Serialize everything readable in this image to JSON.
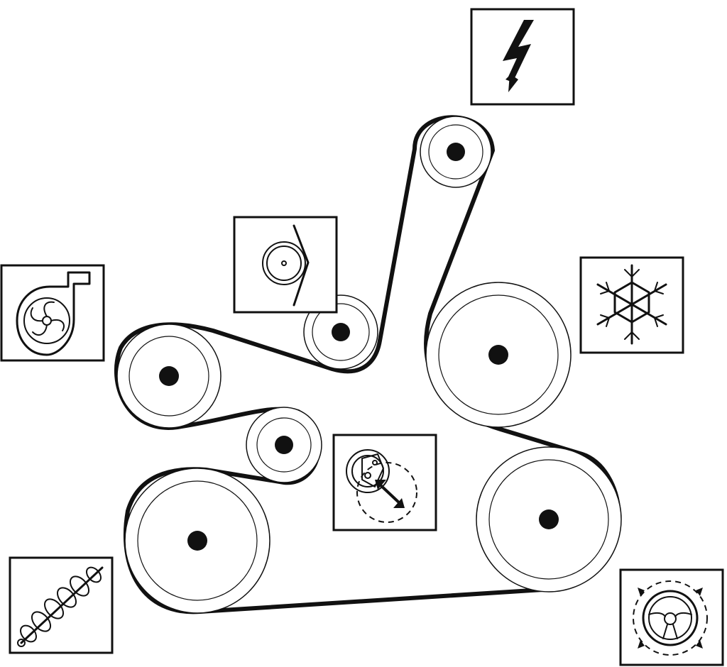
{
  "diagram": {
    "type": "serpentine accessory drive belt routing",
    "colors": {
      "ink": "#111111",
      "background": "#ffffff"
    },
    "components": [
      {
        "id": "alternator",
        "icon": "lightning-bolt-icon"
      },
      {
        "id": "idler-upper",
        "icon": "idler-pulley-icon"
      },
      {
        "id": "water-pump",
        "icon": "water-pump-icon"
      },
      {
        "id": "ac-compressor",
        "icon": "snowflake-icon"
      },
      {
        "id": "tensioner",
        "icon": "tensioner-icon"
      },
      {
        "id": "crankshaft",
        "icon": "crankshaft-icon"
      },
      {
        "id": "power-steering",
        "icon": "steering-wheel-icon"
      },
      {
        "id": "idler-lower",
        "icon": null
      }
    ]
  }
}
